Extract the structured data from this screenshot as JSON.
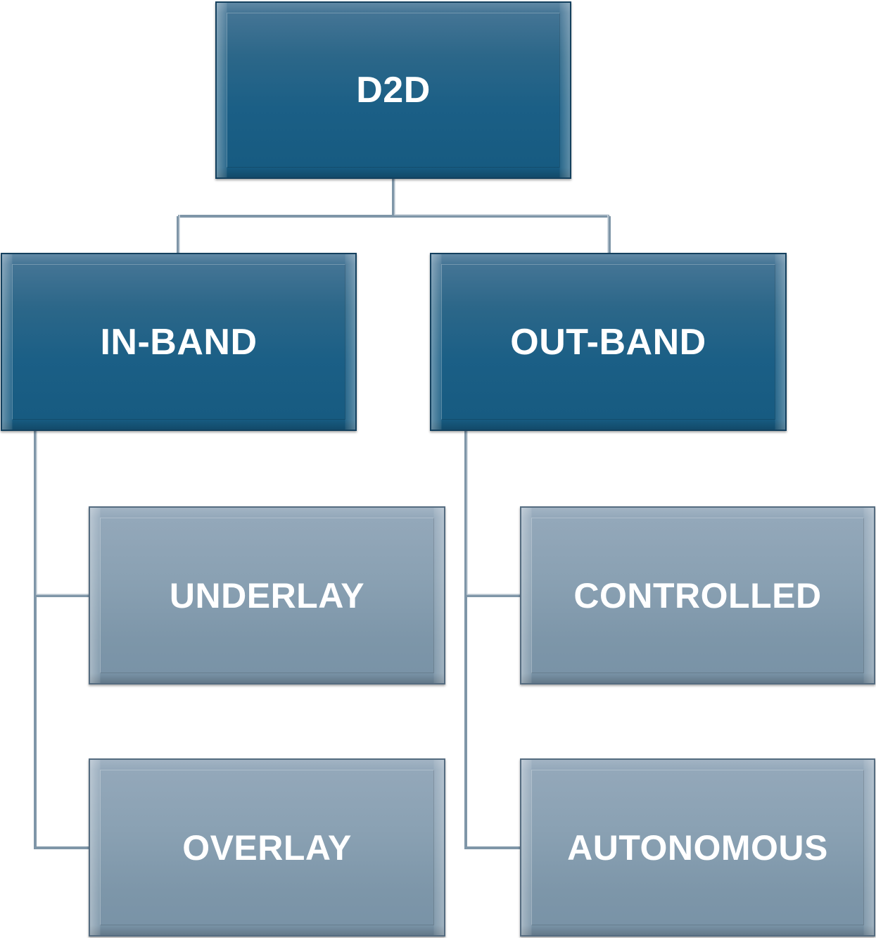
{
  "diagram": {
    "root": {
      "label": "D2D"
    },
    "branches": [
      {
        "label": "IN-BAND",
        "children": [
          {
            "label": "UNDERLAY"
          },
          {
            "label": "OVERLAY"
          }
        ]
      },
      {
        "label": "OUT-BAND",
        "children": [
          {
            "label": "CONTROLLED"
          },
          {
            "label": "AUTONOMOUS"
          }
        ]
      }
    ]
  },
  "colors": {
    "level1_fill": "#1b5f86",
    "level2_fill": "#8aa1b3",
    "connector": "#7f96a8",
    "text": "#ffffff"
  }
}
